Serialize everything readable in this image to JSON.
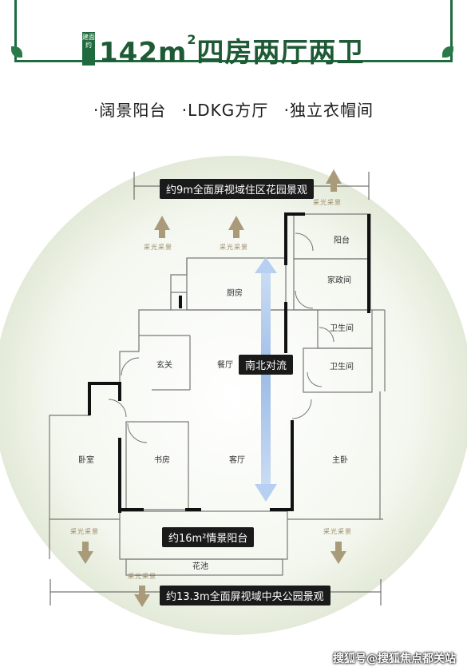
{
  "header": {
    "badge": "建面约",
    "title": "142m",
    "title_sup": "2",
    "title_rest": "四房两厅两卫"
  },
  "features": [
    "·阔景阳台",
    "·LDKG方厅",
    "·独立衣帽间"
  ],
  "plan": {
    "top_view": "约9m全面屏视域住区花园景观",
    "bottom_view": "约13.3m全面屏视域中央公园景观",
    "balcony": "约16m²情景阳台",
    "flow": "南北对流",
    "light_label": "采光采景",
    "rooms": {
      "balcony_small": "阳台",
      "housekeeping": "家政间",
      "kitchen": "厨房",
      "bath1": "卫生间",
      "bath2": "卫生间",
      "entrance": "玄关",
      "dining": "餐厅",
      "bedroom": "卧室",
      "study": "书房",
      "living": "客厅",
      "master": "主卧",
      "garden": "花池"
    }
  },
  "watermark": "搜狐号@搜狐焦点都关站",
  "colors": {
    "brand_green": "#1f6b3f",
    "arrow_gold": "#a99a7a",
    "flow_blue": "#a9c4ea"
  }
}
